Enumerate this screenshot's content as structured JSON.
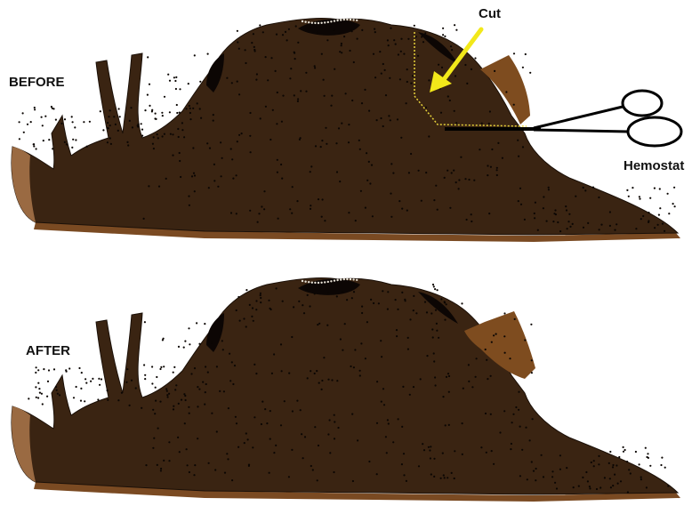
{
  "labels": {
    "before": "BEFORE",
    "after": "AFTER",
    "cut": "Cut",
    "hemostat": "Hemostat"
  },
  "colors": {
    "body": "#3a2412",
    "outline": "#1b1008",
    "foot_edge": "#7a4a22",
    "tail_tip": "#9a6a42",
    "gill": "#7e4c1f",
    "mantle_dark": "#0c0604",
    "dots_dark": "#0b0603",
    "dots_light": "#e8e2d6",
    "cut_arrow": "#f2e81a",
    "cut_line": "#e6d23a",
    "hemostat": "#000000"
  }
}
